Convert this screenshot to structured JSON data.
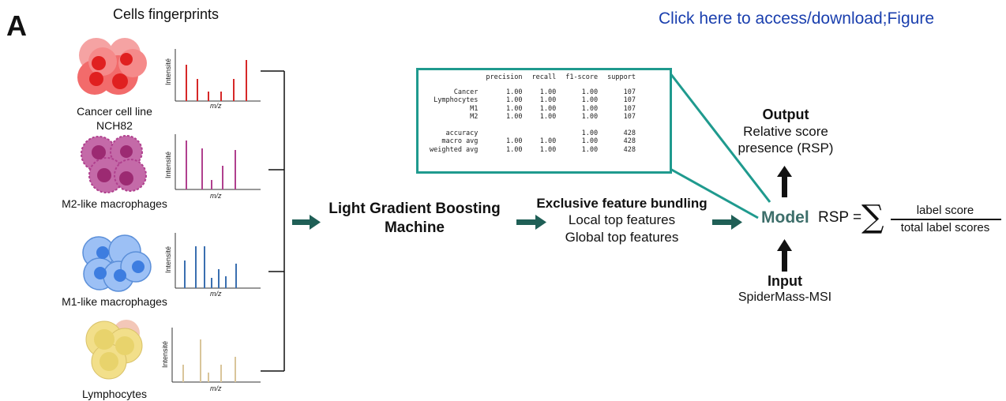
{
  "panel_letter": "A",
  "section_title": "Cells fingerprints",
  "link_banner": "Click here to access/download;Figure",
  "cells": [
    {
      "label_line1": "Cancer cell line",
      "label_line2": "NCH82",
      "color": "#d62828",
      "fill": "#f26b6b",
      "nucleus": "#e02020"
    },
    {
      "label_line1": "M2-like macrophages",
      "label_line2": "",
      "color": "#b0408e",
      "fill": "#c46aa8",
      "nucleus": "#9c2a72"
    },
    {
      "label_line1": "M1-like macrophages",
      "label_line2": "",
      "color": "#3a6fb0",
      "fill": "#9cc0f5",
      "nucleus": "#3d7de0"
    },
    {
      "label_line1": "Lymphocytes",
      "label_line2": "",
      "color": "#d9c59a",
      "fill": "#f2df8a",
      "nucleus": "#e8d36c"
    }
  ],
  "spectrum_x_label": "m/z",
  "spectrum_y_label": "Intensité",
  "steps": {
    "lgbm_line1": "Light Gradient Boosting",
    "lgbm_line2": "Machine",
    "efb_title": "Exclusive feature bundling",
    "efb_line1": "Local top features",
    "efb_line2": "Global top features"
  },
  "report": {
    "headers": [
      "precision",
      "recall",
      "f1-score",
      "support"
    ],
    "rows": [
      [
        "Cancer",
        "1.00",
        "1.00",
        "1.00",
        "107"
      ],
      [
        "Lymphocytes",
        "1.00",
        "1.00",
        "1.00",
        "107"
      ],
      [
        "M1",
        "1.00",
        "1.00",
        "1.00",
        "107"
      ],
      [
        "M2",
        "1.00",
        "1.00",
        "1.00",
        "107"
      ],
      [
        "",
        "",
        "",
        "",
        ""
      ],
      [
        "accuracy",
        "",
        "",
        "1.00",
        "428"
      ],
      [
        "macro avg",
        "1.00",
        "1.00",
        "1.00",
        "428"
      ],
      [
        "weighted avg",
        "1.00",
        "1.00",
        "1.00",
        "428"
      ]
    ]
  },
  "model": {
    "label": "Model",
    "output_title": "Output",
    "output_line1": "Relative score",
    "output_line2": "presence (RSP)",
    "input_title": "Input",
    "input_line1": "SpiderMass-MSI"
  },
  "formula": {
    "lhs": "RSP =",
    "sigma": "∑",
    "numerator": "label score",
    "denominator": "total label scores"
  },
  "colors": {
    "arrow": "#1f5f56",
    "teal_box": "#1f9a8e",
    "model_text": "#3d6e6a",
    "link": "#1a3fae"
  }
}
